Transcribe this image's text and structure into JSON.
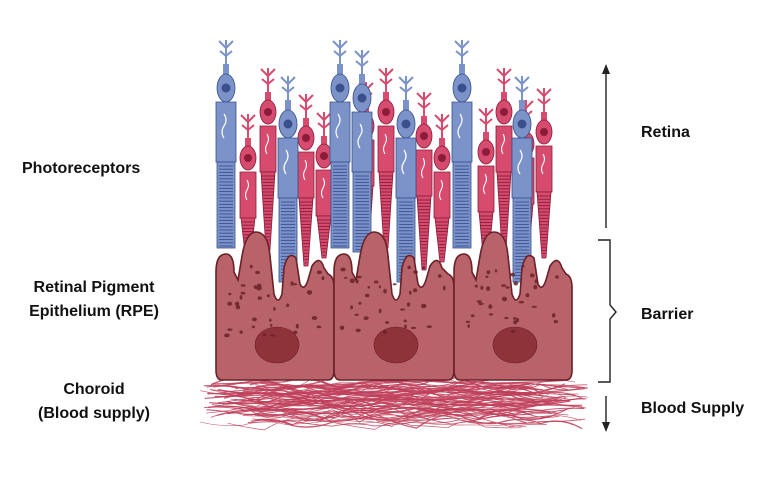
{
  "labels": {
    "photoreceptors": "Photoreceptors",
    "rpe_line1": "Retinal Pigment",
    "rpe_line2": "Epithelium (RPE)",
    "choroid_line1": "Choroid",
    "choroid_line2": "(Blood supply)",
    "retina": "Retina",
    "barrier": "Barrier",
    "blood_supply": "Blood Supply"
  },
  "colors": {
    "rod": "#7b93c9",
    "rod_dark": "#3a4f8c",
    "cone": "#d64b6e",
    "cone_dark": "#8a1c3a",
    "rpe": "#b8636a",
    "rpe_dark": "#6a2127",
    "nucleus": "#8d3339",
    "vessel": "#c0405a"
  },
  "cells": {
    "rpe_cell_count": 3
  }
}
